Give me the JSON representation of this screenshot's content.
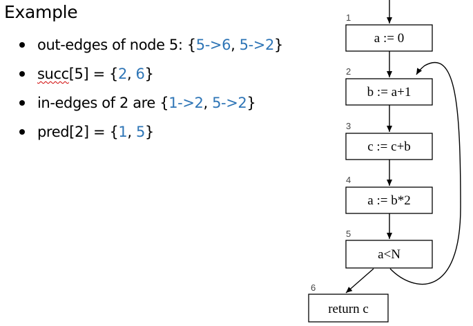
{
  "slide": {
    "title": "Example",
    "bullets": [
      {
        "prefix": "out-edges of node 5: {",
        "parts": [
          "5->6",
          "5->2"
        ],
        "suffix": "}"
      },
      {
        "word": "succ",
        "rest": "[5] = {",
        "parts": [
          "2",
          "6"
        ],
        "suffix": "}"
      },
      {
        "prefix": "in-edges of 2 are {",
        "parts": [
          "1->2",
          "5->2"
        ],
        "suffix": "}"
      },
      {
        "prefix": "pred[2] = {",
        "parts": [
          "1",
          "5"
        ],
        "suffix": "}"
      }
    ],
    "separator": ", "
  },
  "diagram": {
    "nodes": [
      {
        "id": "1",
        "label": "a := 0"
      },
      {
        "id": "2",
        "label": "b := a+1"
      },
      {
        "id": "3",
        "label": "c := c+b"
      },
      {
        "id": "4",
        "label": "a := b*2"
      },
      {
        "id": "5",
        "label": "a<N"
      },
      {
        "id": "6",
        "label": "return c"
      }
    ],
    "edges": [
      {
        "from": "entry",
        "to": "1"
      },
      {
        "from": "1",
        "to": "2"
      },
      {
        "from": "2",
        "to": "3"
      },
      {
        "from": "3",
        "to": "4"
      },
      {
        "from": "4",
        "to": "5"
      },
      {
        "from": "5",
        "to": "6"
      },
      {
        "from": "5",
        "to": "2"
      }
    ]
  }
}
